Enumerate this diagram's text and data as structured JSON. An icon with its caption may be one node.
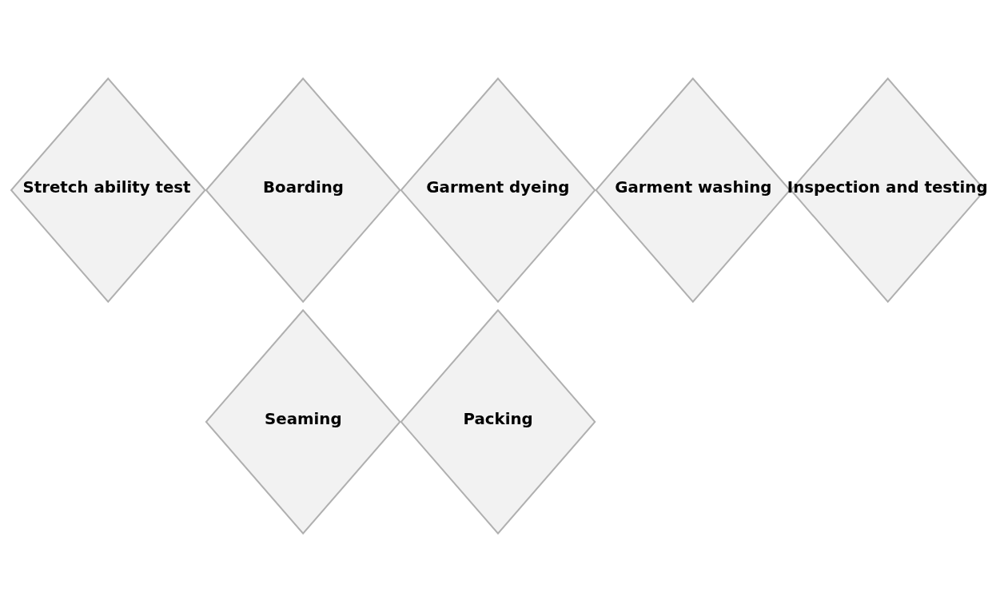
{
  "diagram": {
    "nodes": [
      {
        "text": [
          "Stretch ability test"
        ]
      },
      {
        "text": [
          "Boarding"
        ]
      },
      {
        "text": [
          "Garment dyeing"
        ]
      },
      {
        "text": [
          "Garment washing"
        ]
      },
      {
        "text": [
          "Inspection and testing"
        ]
      },
      {
        "text": [
          "Seaming"
        ]
      },
      {
        "text": [
          "Packing"
        ]
      }
    ]
  }
}
